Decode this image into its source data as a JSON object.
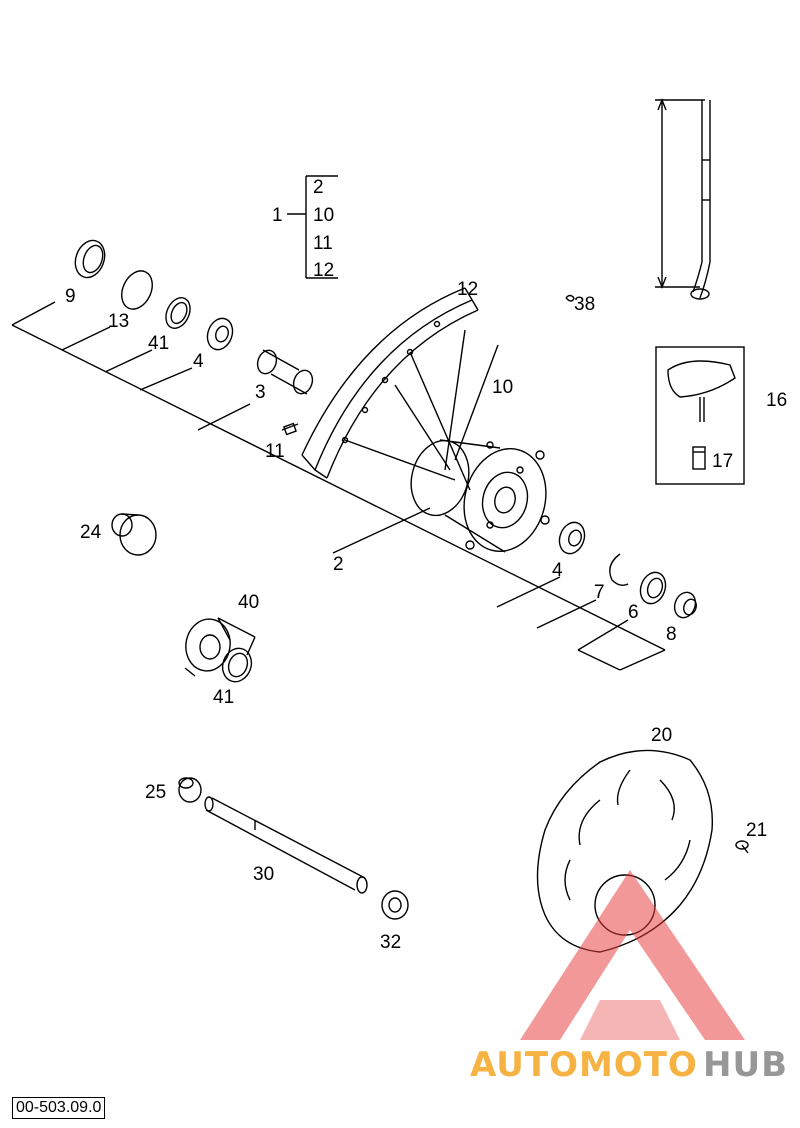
{
  "group": {
    "parent": "1",
    "children": [
      "2",
      "10",
      "11",
      "12"
    ]
  },
  "labels": {
    "n9": "9",
    "n13": "13",
    "n41a": "41",
    "n4a": "4",
    "n3": "3",
    "n11": "11",
    "n12": "12",
    "n10": "10",
    "n38": "38",
    "n16": "16",
    "n17": "17",
    "n24": "24",
    "n2": "2",
    "n4b": "4",
    "n7": "7",
    "n6": "6",
    "n8": "8",
    "n40": "40",
    "n41b": "41",
    "n20": "20",
    "n21": "21",
    "n25": "25",
    "n30": "30",
    "n32": "32"
  },
  "doc_id": "00-503.09.0",
  "watermark": {
    "part1": "AUTOMOTO",
    "part2": "HUB",
    "color1": "#f5a623",
    "color2": "#8c8c8c",
    "mark_color": "#e63b3b"
  }
}
